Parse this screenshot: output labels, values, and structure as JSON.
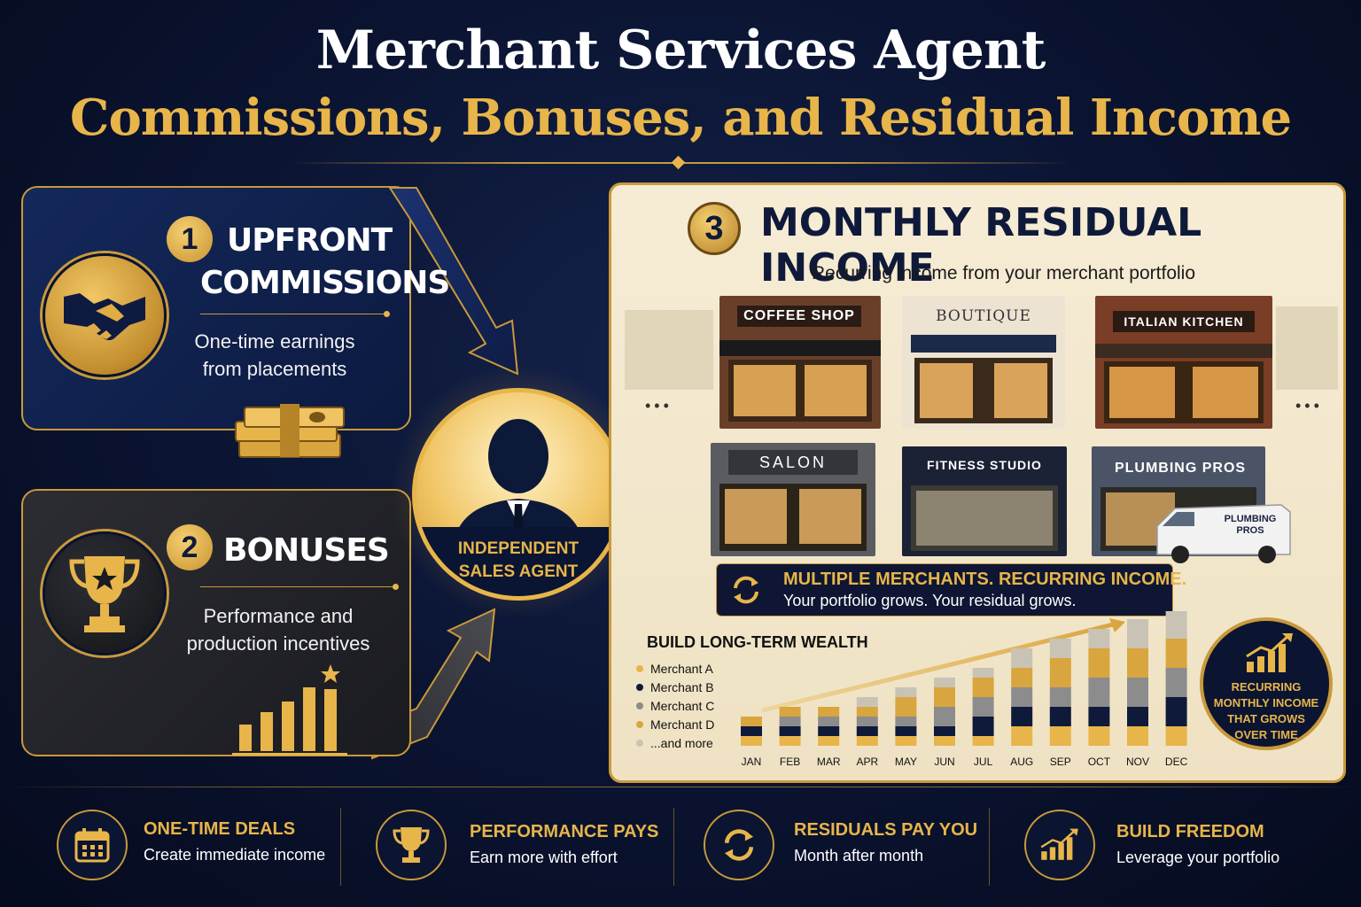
{
  "title": {
    "line1": "Merchant Services Agent",
    "line2": "Commissions, Bonuses, and Residual Income"
  },
  "cards": [
    {
      "number": "1",
      "heading_line1": "UPFRONT",
      "heading_line2": "COMMISSIONS",
      "text_line1": "One-time earnings",
      "text_line2": "from placements",
      "icon": "handshake-icon",
      "icon2": "cash-stack-icon"
    },
    {
      "number": "2",
      "heading_line1": "BONUSES",
      "text_line1": "Performance and",
      "text_line2": "production incentives",
      "icon": "trophy-icon",
      "icon2": "bar-growth-icon"
    }
  ],
  "agent": {
    "label_line1": "INDEPENDENT",
    "label_line2": "SALES AGENT"
  },
  "residual": {
    "number": "3",
    "title": "MONTHLY RESIDUAL INCOME",
    "subtitle": "Recurring income from your merchant portfolio",
    "stores": [
      "COFFEE SHOP",
      "BOUTIQUE",
      "ITALIAN KITCHEN",
      "SALON",
      "FITNESS STUDIO",
      "PLUMBING PROS"
    ],
    "van_text_line1": "PLUMBING",
    "van_text_line2": "PROS",
    "banner_line1": "MULTIPLE MERCHANTS. RECURRING INCOME.",
    "banner_line2": "Your portfolio grows. Your residual grows.",
    "chart_title": "BUILD LONG-TERM WEALTH",
    "legend": [
      "Merchant A",
      "Merchant B",
      "Merchant C",
      "Merchant D",
      "...and more"
    ],
    "colors": {
      "gold": "#e7b54a",
      "navy": "#0f1a3a",
      "gray": "#8c8c8c",
      "amber": "#d9a53e",
      "light": "#c9c3b6"
    },
    "callout_line1": "RECURRING",
    "callout_line2": "MONTHLY INCOME",
    "callout_line3": "THAT GROWS",
    "callout_line4": "OVER TIME"
  },
  "chart_data": {
    "type": "bar",
    "stacked": true,
    "categories": [
      "JAN",
      "FEB",
      "MAR",
      "APR",
      "MAY",
      "JUN",
      "JUL",
      "AUG",
      "SEP",
      "OCT",
      "NOV",
      "DEC"
    ],
    "series": [
      {
        "name": "Merchant A",
        "values": [
          1,
          1,
          1,
          1,
          1,
          1,
          1,
          2,
          2,
          2,
          2,
          2
        ]
      },
      {
        "name": "Merchant B",
        "values": [
          1,
          1,
          1,
          1,
          1,
          1,
          2,
          2,
          2,
          2,
          2,
          3
        ]
      },
      {
        "name": "Merchant C",
        "values": [
          0,
          1,
          1,
          1,
          1,
          2,
          2,
          2,
          2,
          3,
          3,
          3
        ]
      },
      {
        "name": "Merchant D",
        "values": [
          1,
          1,
          1,
          1,
          2,
          2,
          2,
          2,
          3,
          3,
          3,
          3
        ]
      },
      {
        "name": "...and more",
        "values": [
          0,
          0,
          0,
          1,
          1,
          1,
          1,
          2,
          2,
          2,
          3,
          3
        ]
      }
    ],
    "title": "BUILD LONG-TERM WEALTH",
    "xlabel": "",
    "ylabel": ""
  },
  "bottom": [
    {
      "head": "ONE-TIME DEALS",
      "sub": "Create immediate income",
      "icon": "calendar-icon"
    },
    {
      "head": "PERFORMANCE PAYS",
      "sub": "Earn more with effort",
      "icon": "trophy-icon"
    },
    {
      "head": "RESIDUALS PAY YOU",
      "sub": "Month after month",
      "icon": "recurring-arrows-icon"
    },
    {
      "head": "BUILD FREEDOM",
      "sub": "Leverage your portfolio",
      "icon": "growth-chart-icon"
    }
  ]
}
